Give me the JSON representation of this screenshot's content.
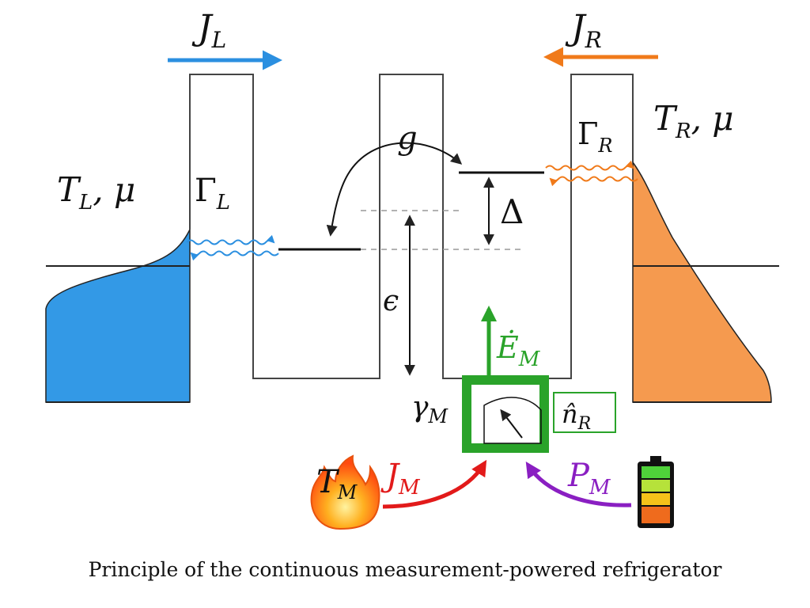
{
  "labels": {
    "current_left": "J",
    "current_left_sub": "L",
    "current_right": "J",
    "current_right_sub": "R",
    "reservoir_left_T": "T",
    "reservoir_left_T_sub": "L",
    "reservoir_left_mu": ", μ",
    "reservoir_right_T": "T",
    "reservoir_right_T_sub": "R",
    "reservoir_right_mu": ", μ",
    "gamma_left": "Γ",
    "gamma_left_sub": "L",
    "gamma_right": "Γ",
    "gamma_right_sub": "R",
    "coupling": "g",
    "detuning": "Δ",
    "energy": "ϵ",
    "energy_flow": "Ė",
    "energy_flow_sub": "M",
    "meter_rate": "γ",
    "meter_rate_sub": "M",
    "observable": "n̂",
    "observable_sub": "R",
    "meter_temp": "T",
    "meter_temp_sub": "M",
    "meter_heat": "J",
    "meter_heat_sub": "M",
    "meter_power": "P",
    "meter_power_sub": "M"
  },
  "caption": "Principle of the continuous measurement-powered refrigerator",
  "colors": {
    "left_reservoir": "#3399e6",
    "right_reservoir": "#f59a4f",
    "left_arrow": "#2b8fe0",
    "right_arrow": "#f07a1a",
    "meter_green": "#2aa32a",
    "heat_red": "#e21a1a",
    "power_purple": "#8a1fc2",
    "line": "#222222"
  },
  "icons": {
    "fire": "fire-icon",
    "battery": "battery-icon",
    "meter": "meter-gauge-icon"
  }
}
